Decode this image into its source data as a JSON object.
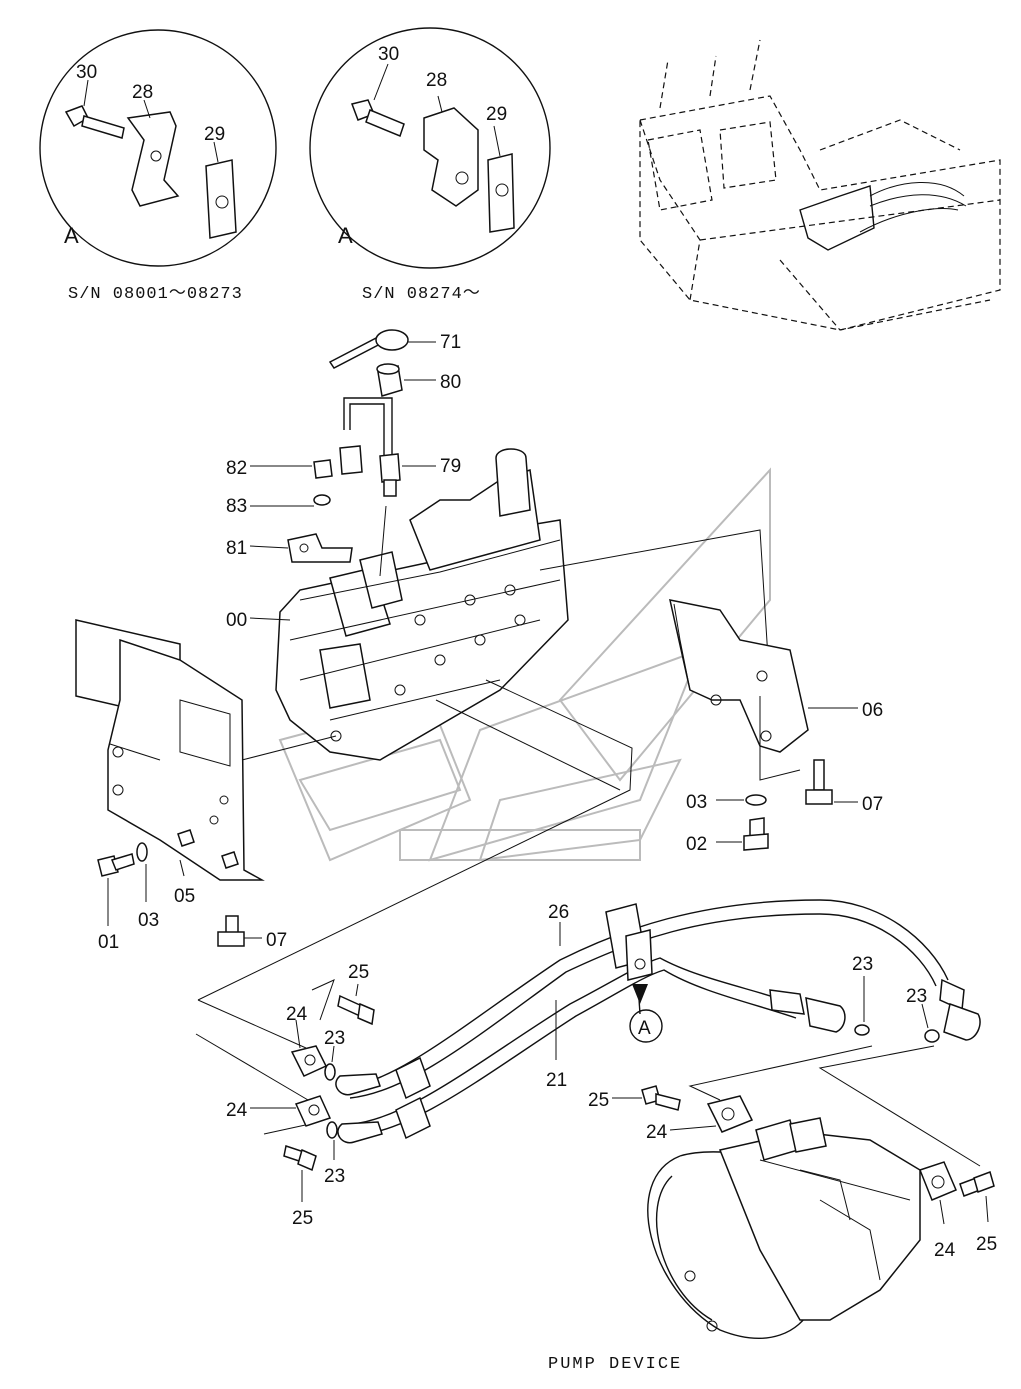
{
  "detail_a_left": {
    "parts": [
      "30",
      "28",
      "29"
    ],
    "view_label": "A",
    "serial_label": "S/N  08001～08273"
  },
  "detail_a_right": {
    "parts": [
      "30",
      "28",
      "29"
    ],
    "view_label": "A",
    "serial_label": "S/N  08274～"
  },
  "callouts": {
    "c71": "71",
    "c80": "80",
    "c82": "82",
    "c79": "79",
    "c83": "83",
    "c81": "81",
    "c00": "00",
    "c06": "06",
    "c03_right": "03",
    "c07_right": "07",
    "c02": "02",
    "c01": "01",
    "c03_left": "03",
    "c05": "05",
    "c07_left": "07",
    "c26": "26",
    "c21": "21",
    "c25_top": "25",
    "c24_top": "24",
    "c23_top": "23",
    "c24_mid": "24",
    "c23_mid": "23",
    "c25_bottom": "25",
    "c23_r1": "23",
    "c23_r2": "23",
    "c25_pump": "25",
    "c24_pump": "24",
    "c24_right": "24",
    "c25_right": "25"
  },
  "view_marker": "A",
  "caption": "PUMP  DEVICE"
}
